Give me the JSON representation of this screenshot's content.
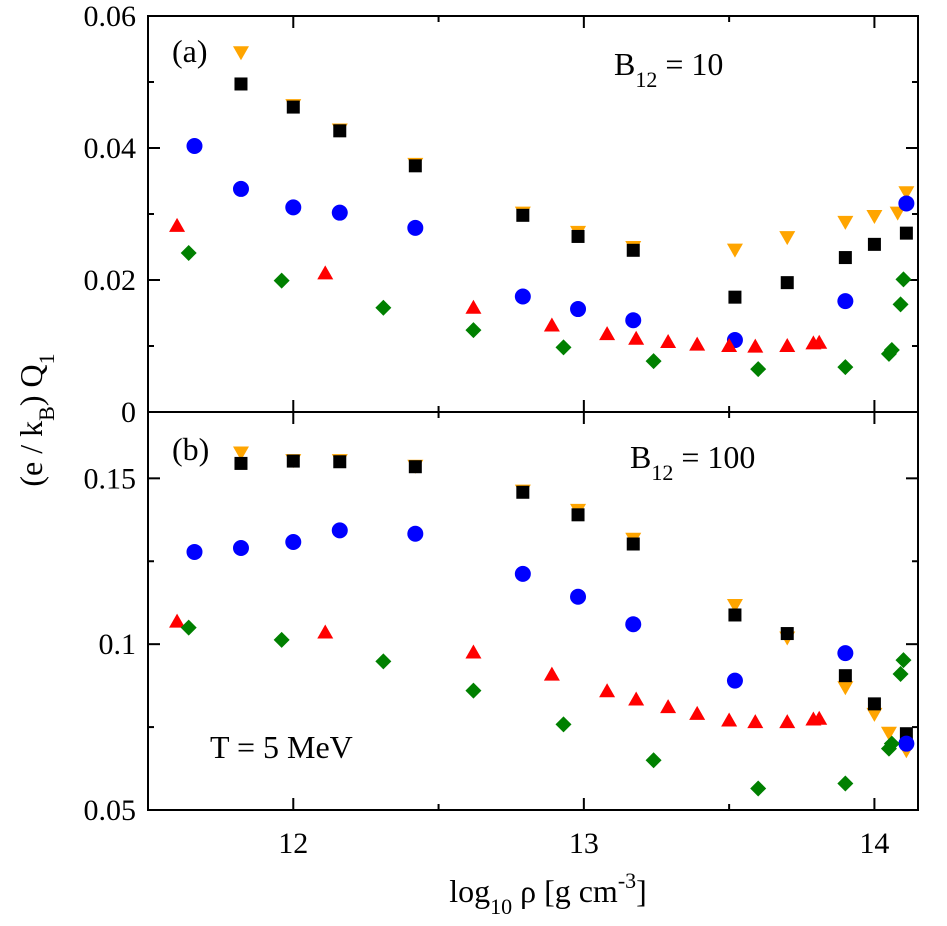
{
  "chart_data": {
    "type": "scatter",
    "shared_x": {
      "label_main": "log",
      "label_sub": "10",
      "label_rest": " ρ [g cm",
      "label_sup": "-3",
      "label_end": "]",
      "xlim": [
        11.5,
        14.15
      ],
      "ticks": [
        12,
        13,
        14
      ],
      "tick_labels": [
        "12",
        "13",
        "14"
      ]
    },
    "shared_y": {
      "label_pre": "(e / k",
      "label_sub": "B",
      "label_mid": ") Q",
      "label_sub2": "1"
    },
    "colors": {
      "orange": "#FFA500",
      "black": "#000000",
      "blue": "#0000FF",
      "red": "#FF0000",
      "green": "#008000"
    },
    "panels": [
      {
        "id": "a",
        "label": "(a)",
        "field_main": "B",
        "field_sub": "12",
        "field_rest": " = 10",
        "ylim": [
          0,
          0.06
        ],
        "yticks": [
          0,
          0.02,
          0.04,
          0.06
        ],
        "ytick_labels": [
          "0",
          "0.02",
          "0.04",
          "0.06"
        ],
        "series": [
          {
            "marker": "triangle-down",
            "color": "orange",
            "points": [
              [
                11.82,
                0.0545
              ],
              [
                12.0,
                0.0465
              ],
              [
                12.16,
                0.0428
              ],
              [
                12.42,
                0.0376
              ],
              [
                12.79,
                0.0302
              ],
              [
                12.98,
                0.0273
              ],
              [
                13.17,
                0.025
              ],
              [
                13.52,
                0.0246
              ],
              [
                13.7,
                0.0265
              ],
              [
                13.9,
                0.0288
              ],
              [
                14.0,
                0.0297
              ],
              [
                14.08,
                0.0302
              ],
              [
                14.11,
                0.0333
              ]
            ]
          },
          {
            "marker": "square",
            "color": "black",
            "points": [
              [
                11.82,
                0.0497
              ],
              [
                12.0,
                0.0462
              ],
              [
                12.16,
                0.0426
              ],
              [
                12.42,
                0.0373
              ],
              [
                12.79,
                0.0298
              ],
              [
                12.98,
                0.0266
              ],
              [
                13.17,
                0.0245
              ],
              [
                13.52,
                0.0174
              ],
              [
                13.7,
                0.0196
              ],
              [
                13.9,
                0.0234
              ],
              [
                14.0,
                0.0254
              ],
              [
                14.11,
                0.0271
              ]
            ]
          },
          {
            "marker": "circle",
            "color": "blue",
            "points": [
              [
                11.66,
                0.0403
              ],
              [
                11.82,
                0.0338
              ],
              [
                12.0,
                0.031
              ],
              [
                12.16,
                0.0302
              ],
              [
                12.42,
                0.0279
              ],
              [
                12.79,
                0.0175
              ],
              [
                12.98,
                0.0156
              ],
              [
                13.17,
                0.0139
              ],
              [
                13.52,
                0.0109
              ],
              [
                13.9,
                0.0168
              ],
              [
                14.11,
                0.0316
              ]
            ]
          },
          {
            "marker": "triangle-up",
            "color": "red",
            "points": [
              [
                11.6,
                0.0282
              ],
              [
                12.11,
                0.021
              ],
              [
                12.62,
                0.0158
              ],
              [
                12.89,
                0.0131
              ],
              [
                13.08,
                0.0118
              ],
              [
                13.18,
                0.0111
              ],
              [
                13.29,
                0.0106
              ],
              [
                13.39,
                0.0102
              ],
              [
                13.5,
                0.01
              ],
              [
                13.59,
                0.0099
              ],
              [
                13.7,
                0.01
              ],
              [
                13.79,
                0.0104
              ],
              [
                13.81,
                0.0105
              ]
            ]
          },
          {
            "marker": "diamond",
            "color": "green",
            "points": [
              [
                11.64,
                0.0241
              ],
              [
                11.96,
                0.0199
              ],
              [
                12.31,
                0.0158
              ],
              [
                12.62,
                0.0124
              ],
              [
                12.93,
                0.0098
              ],
              [
                13.24,
                0.0077
              ],
              [
                13.6,
                0.0065
              ],
              [
                13.9,
                0.0068
              ],
              [
                14.05,
                0.0088
              ],
              [
                14.06,
                0.0094
              ],
              [
                14.09,
                0.0163
              ],
              [
                14.1,
                0.0201
              ]
            ]
          }
        ]
      },
      {
        "id": "b",
        "label": "(b)",
        "field_main": "B",
        "field_sub": "12",
        "field_rest": " = 100",
        "annotation": "T = 5 MeV",
        "ylim": [
          0.05,
          0.17
        ],
        "yticks": [
          0.05,
          0.1,
          0.15
        ],
        "ytick_labels": [
          "0.05",
          "0.1",
          "0.15"
        ],
        "series": [
          {
            "marker": "triangle-down",
            "color": "orange",
            "points": [
              [
                11.82,
                0.1578
              ],
              [
                12.0,
                0.1555
              ],
              [
                12.16,
                0.1555
              ],
              [
                12.42,
                0.1538
              ],
              [
                12.79,
                0.1463
              ],
              [
                12.98,
                0.1405
              ],
              [
                13.17,
                0.1318
              ],
              [
                13.52,
                0.1118
              ],
              [
                13.7,
                0.102
              ],
              [
                13.9,
                0.087
              ],
              [
                14.0,
                0.079
              ],
              [
                14.05,
                0.0733
              ],
              [
                14.11,
                0.068
              ]
            ]
          },
          {
            "marker": "square",
            "color": "black",
            "points": [
              [
                11.82,
                0.1545
              ],
              [
                12.0,
                0.1552
              ],
              [
                12.16,
                0.155
              ],
              [
                12.42,
                0.1535
              ],
              [
                12.79,
                0.1458
              ],
              [
                12.98,
                0.139
              ],
              [
                13.17,
                0.1302
              ],
              [
                13.52,
                0.1088
              ],
              [
                13.7,
                0.1032
              ],
              [
                13.9,
                0.0905
              ],
              [
                14.0,
                0.082
              ],
              [
                14.11,
                0.073
              ]
            ]
          },
          {
            "marker": "circle",
            "color": "blue",
            "points": [
              [
                11.66,
                0.1278
              ],
              [
                11.82,
                0.129
              ],
              [
                12.0,
                0.1308
              ],
              [
                12.16,
                0.1343
              ],
              [
                12.42,
                0.1333
              ],
              [
                12.79,
                0.1212
              ],
              [
                12.98,
                0.1143
              ],
              [
                13.17,
                0.106
              ],
              [
                13.52,
                0.089
              ],
              [
                13.9,
                0.0973
              ],
              [
                14.11,
                0.07
              ]
            ]
          },
          {
            "marker": "triangle-up",
            "color": "red",
            "points": [
              [
                11.6,
                0.1068
              ],
              [
                12.11,
                0.1035
              ],
              [
                12.62,
                0.0975
              ],
              [
                12.89,
                0.0908
              ],
              [
                13.08,
                0.0858
              ],
              [
                13.18,
                0.0833
              ],
              [
                13.29,
                0.081
              ],
              [
                13.39,
                0.079
              ],
              [
                13.5,
                0.077
              ],
              [
                13.59,
                0.0765
              ],
              [
                13.7,
                0.0765
              ],
              [
                13.79,
                0.0773
              ],
              [
                13.81,
                0.0775
              ]
            ]
          },
          {
            "marker": "diamond",
            "color": "green",
            "points": [
              [
                11.64,
                0.105
              ],
              [
                11.96,
                0.1013
              ],
              [
                12.31,
                0.0948
              ],
              [
                12.62,
                0.086
              ],
              [
                12.93,
                0.0758
              ],
              [
                13.24,
                0.065
              ],
              [
                13.6,
                0.0565
              ],
              [
                13.9,
                0.058
              ],
              [
                14.05,
                0.0685
              ],
              [
                14.06,
                0.07
              ],
              [
                14.09,
                0.091
              ],
              [
                14.1,
                0.0952
              ]
            ]
          }
        ]
      }
    ]
  }
}
